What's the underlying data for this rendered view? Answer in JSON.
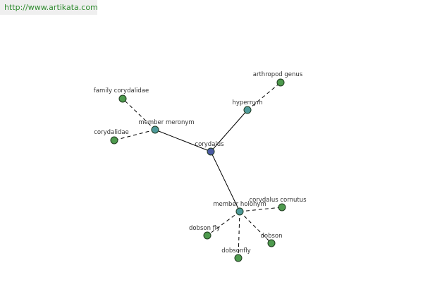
{
  "site_url": "http://www.artikata.com",
  "colors": {
    "center_node": "#4b5aa3",
    "relation_node": "#4e9a9a",
    "term_node": "#4e9a4e",
    "banner_text": "#2e8b2e",
    "banner_bg": "#efefef",
    "edge": "#000000"
  },
  "graph": {
    "center": {
      "id": "center",
      "label": "corydalus",
      "kind": "center"
    },
    "relations": [
      {
        "id": "hypernym",
        "label": "hypernym",
        "kind": "relation"
      },
      {
        "id": "member_meronym",
        "label": "member meronym",
        "kind": "relation"
      },
      {
        "id": "member_holonym",
        "label": "member holonym",
        "kind": "relation"
      }
    ],
    "terms": [
      {
        "id": "arthropod_genus",
        "label": "arthropod genus",
        "kind": "term",
        "relation": "hypernym"
      },
      {
        "id": "family_corydalidae",
        "label": "family corydalidae",
        "kind": "term",
        "relation": "member_meronym"
      },
      {
        "id": "corydalidae",
        "label": "corydalidae",
        "kind": "term",
        "relation": "member_meronym"
      },
      {
        "id": "corydalus_cornutus",
        "label": "corydalus cornutus",
        "kind": "term",
        "relation": "member_holonym"
      },
      {
        "id": "dobson_fly",
        "label": "dobson fly",
        "kind": "term",
        "relation": "member_holonym"
      },
      {
        "id": "dobsonfly",
        "label": "dobsonfly",
        "kind": "term",
        "relation": "member_holonym"
      },
      {
        "id": "dobson",
        "label": "dobson",
        "kind": "term",
        "relation": "member_holonym"
      }
    ]
  }
}
